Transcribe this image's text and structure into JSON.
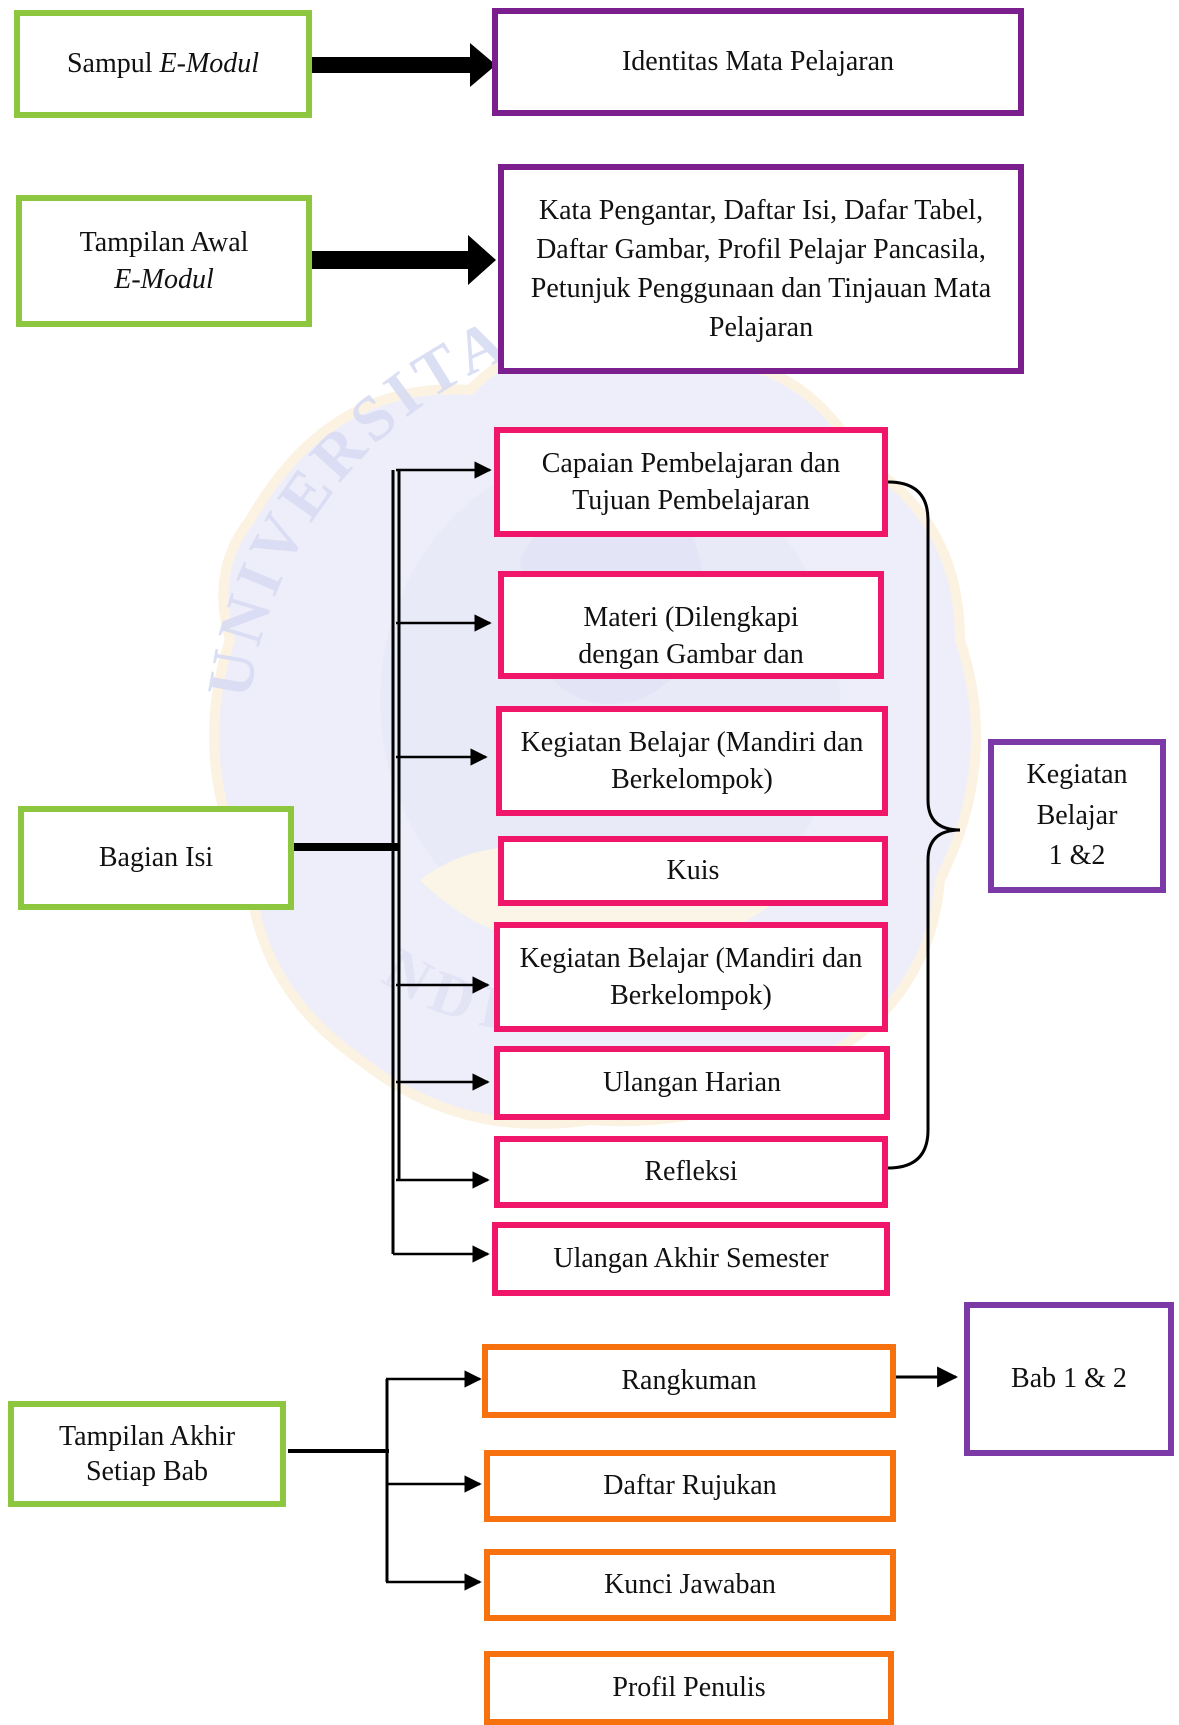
{
  "colors": {
    "green_border": "#8dc63f",
    "purple_border": "#7b1f8e",
    "pink_border": "#f0176b",
    "orange_border": "#f7720f",
    "connector": "#000000"
  },
  "watermark": {
    "text_top": "UNIVERSITAS PE",
    "text_bottom": "NDI"
  },
  "section1": {
    "left_prefix": "Sampul ",
    "left_italic": "E-Modul",
    "right": "Identitas Mata Pelajaran"
  },
  "section2": {
    "left_line1": "Tampilan Awal",
    "left_line2": "E-Modul",
    "right": "Kata Pengantar, Daftar Isi, Dafar Tabel, Daftar Gambar, Profil Pelajar Pancasila, Petunjuk Penggunaan dan Tinjauan Mata Pelajaran"
  },
  "section3": {
    "left": "Bagian Isi",
    "items": [
      "Capaian Pembelajaran dan Tujuan Pembelajaran",
      "Materi (Dilengkapi dengan Gambar dan",
      "Kegiatan Belajar (Mandiri dan Berkelompok)",
      "Kuis",
      "Kegiatan Belajar (Mandiri dan Berkelompok)",
      "Ulangan Harian",
      "Refleksi",
      "Ulangan Akhir Semester"
    ],
    "bracket_label_line1": "Kegiatan",
    "bracket_label_line2": "Belajar",
    "bracket_label_line3": "1 &2"
  },
  "section4": {
    "left_line1": "Tampilan Akhir",
    "left_line2": "Setiap Bab",
    "items": [
      "Rangkuman",
      "Daftar Rujukan",
      "Kunci Jawaban",
      "Profil Penulis"
    ],
    "side_label": "Bab 1 & 2"
  }
}
